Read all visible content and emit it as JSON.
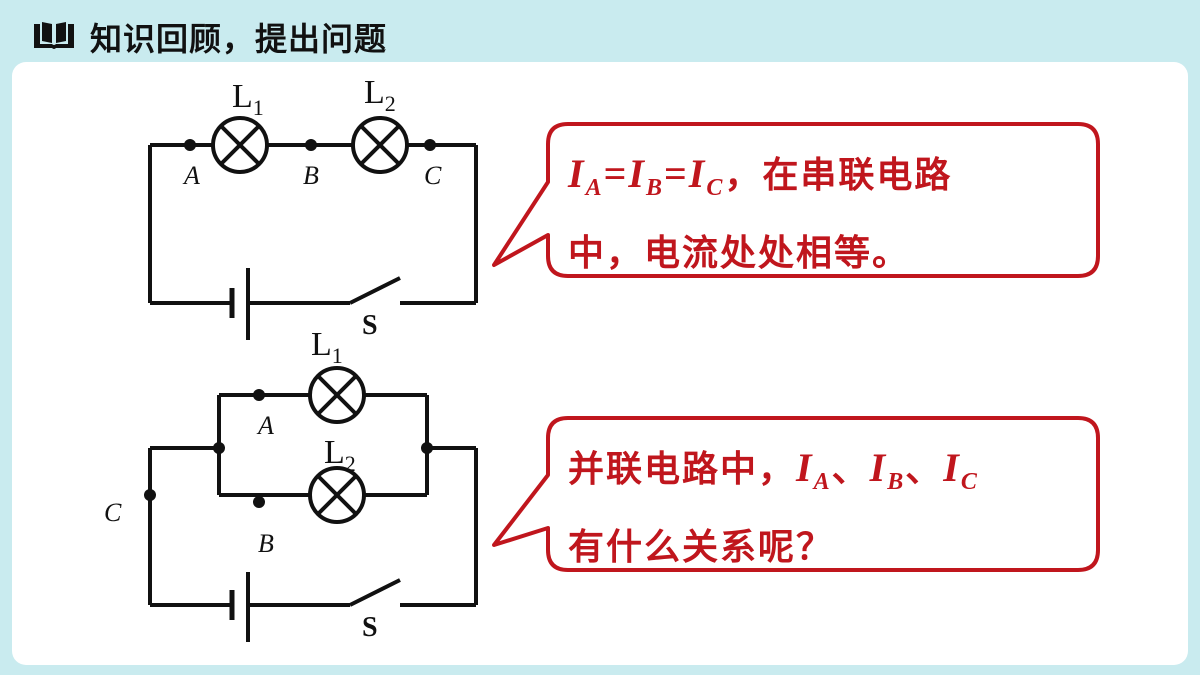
{
  "header": {
    "title": "知识回顾，提出问题",
    "icon": "book-icon"
  },
  "series_circuit": {
    "lamp1": {
      "letter": "L",
      "sub": "1"
    },
    "lamp2": {
      "letter": "L",
      "sub": "2"
    },
    "point_a": "A",
    "point_b": "B",
    "point_c": "C",
    "switch": "S"
  },
  "parallel_circuit": {
    "lamp1": {
      "letter": "L",
      "sub": "1"
    },
    "lamp2": {
      "letter": "L",
      "sub": "2"
    },
    "point_a": "A",
    "point_b": "B",
    "point_c": "C",
    "switch": "S"
  },
  "bubble1": {
    "ia": "I",
    "ia_sub": "A",
    "eq1": "=",
    "ib": "I",
    "ib_sub": "B",
    "eq2": "=",
    "ic": "I",
    "ic_sub": "C",
    "rest_line1": "，在串联电路",
    "line2": "中，电流处处相等。"
  },
  "bubble2": {
    "line1_text": "并联电路中，",
    "ia": "I",
    "ia_sub": "A",
    "sep1": "、",
    "ib": "I",
    "ib_sub": "B",
    "sep2": "、",
    "ic": "I",
    "ic_sub": "C",
    "line2": "有什么关系呢？"
  },
  "colors": {
    "bubble_border": "#c0161d",
    "text_red": "#c0161d",
    "background": "#c9ebef",
    "wire": "#111111"
  }
}
